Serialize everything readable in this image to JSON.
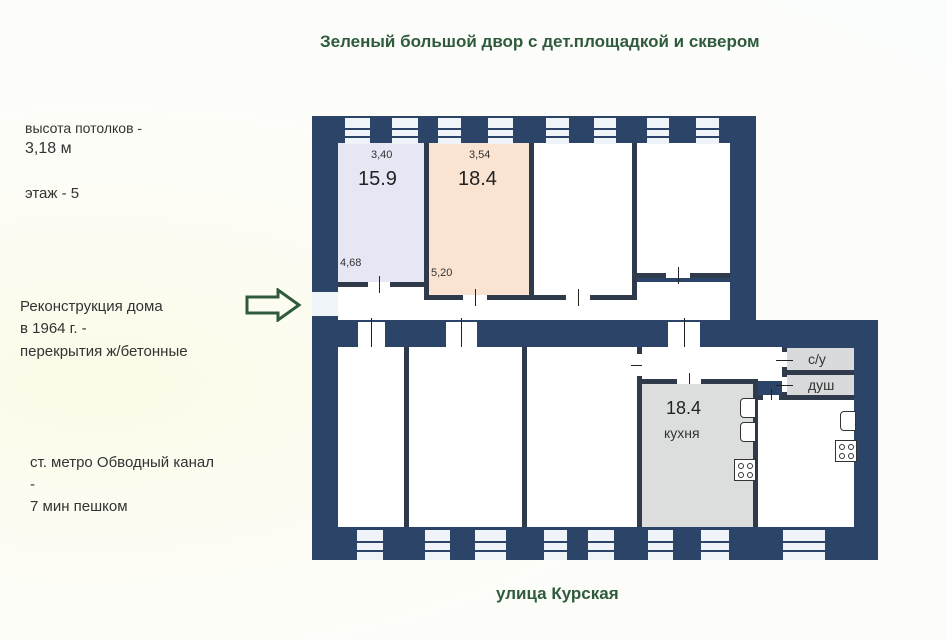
{
  "header": {
    "courtyard_label": "Зеленый большой двор с дет.площадкой и сквером"
  },
  "footer": {
    "street_label": "улица Курская"
  },
  "notes": {
    "ceiling_line1": "высота потолков -",
    "ceiling_line2": "3,18 м",
    "floor": "этаж - 5",
    "reconstruction_line1": "Реконструкция дома",
    "reconstruction_line2": "в 1964 г. -",
    "reconstruction_line3": "перекрытия  ж/бетонные",
    "metro_line1": "ст. метро Обводный канал",
    "metro_line2": "-",
    "metro_line3": "7 мин пешком"
  },
  "entrance": {
    "icon": "arrow-right-icon",
    "color": "#2f5b3c"
  },
  "plan": {
    "wall_color": "#2b4468",
    "rooms": [
      {
        "id": "room1",
        "area": "15.9",
        "width_dim": "3,40",
        "length_dim": "4,68",
        "color": "#e6e6f4"
      },
      {
        "id": "room2",
        "area": "18.4",
        "width_dim": "3,54",
        "length_dim": "5,20",
        "color": "#fbe3d2"
      },
      {
        "id": "kitchen",
        "area": "18.4",
        "label": "кухня",
        "color": "#dcdedd"
      },
      {
        "id": "wc",
        "label": "с/у",
        "color": "#d8dadb"
      },
      {
        "id": "shower",
        "label": "душ",
        "color": "#d8dadb"
      }
    ]
  }
}
